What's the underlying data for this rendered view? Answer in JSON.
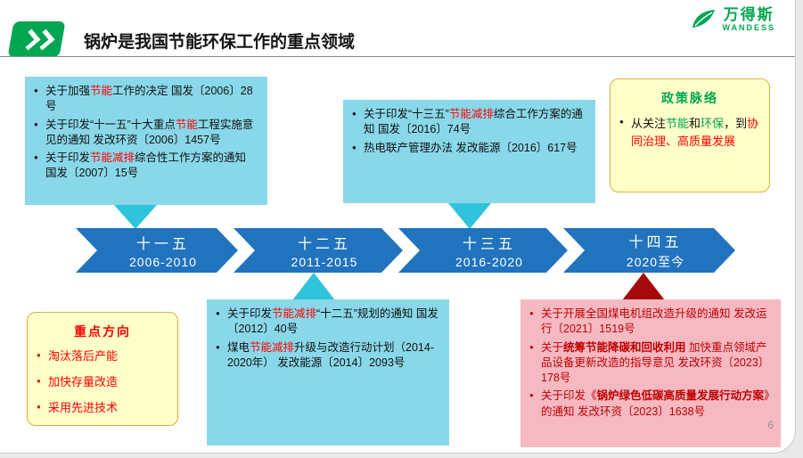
{
  "header": {
    "title": "锅炉是我国节能环保工作的重点领域",
    "badge_icon": "double-chevron-right-icon",
    "logo_icon": "leaf-logo-icon",
    "logo_name": "万得斯",
    "logo_sub": "WANDESS"
  },
  "page_number": "6",
  "colors": {
    "arrow_blue": "#2173BE",
    "callout_cyan": "#89D8E9",
    "connector_cyan": "#2FC4DB",
    "connector_dark_red": "#A50A0A",
    "callout_yellow": "#FFFFC9",
    "callout_pink": "#F5B9C2",
    "accent_green": "#00A651",
    "accent_red": "#FF0000",
    "dark_red_text": "#C00000"
  },
  "timeline": {
    "arrows": [
      {
        "label": "十一五",
        "years": "2006-2010"
      },
      {
        "label": "十二五",
        "years": "2011-2015"
      },
      {
        "label": "十三五",
        "years": "2016-2020"
      },
      {
        "label": "十四五",
        "years": "2020至今"
      }
    ]
  },
  "boxes": {
    "plan11": {
      "items": [
        [
          {
            "t": "关于加强"
          },
          {
            "t": "节能",
            "c": "r"
          },
          {
            "t": "工作的决定 国发〔2006〕28号"
          }
        ],
        [
          {
            "t": "关于印发“十一五”十大重点"
          },
          {
            "t": "节能",
            "c": "r"
          },
          {
            "t": "工程实施意见的通知 发改环资〔2006〕1457号"
          }
        ],
        [
          {
            "t": "关于印发"
          },
          {
            "t": "节能减排",
            "c": "r"
          },
          {
            "t": "综合性工作方案的通知 国发〔2007〕15号"
          }
        ]
      ]
    },
    "plan13": {
      "items": [
        [
          {
            "t": "关于印发“十三五”"
          },
          {
            "t": "节能减排",
            "c": "r"
          },
          {
            "t": "综合工作方案的通知 国发〔2016〕74号"
          }
        ],
        [
          {
            "t": "热电联产管理办法 发改能源〔2016〕617号"
          }
        ]
      ]
    },
    "policy_context": {
      "title": "政策脉络",
      "items": [
        [
          {
            "t": "从关注"
          },
          {
            "t": "节能",
            "c": "g"
          },
          {
            "t": "和"
          },
          {
            "t": "环保",
            "c": "g"
          },
          {
            "t": "，到"
          },
          {
            "t": "协同治理、高质量发展",
            "c": "r"
          }
        ]
      ]
    },
    "key_directions": {
      "title": "重点方向",
      "items": [
        [
          {
            "t": "淘汰落后产能"
          }
        ],
        [
          {
            "t": "加快存量改造"
          }
        ],
        [
          {
            "t": "采用先进技术"
          }
        ]
      ]
    },
    "plan12": {
      "items": [
        [
          {
            "t": "关于印发"
          },
          {
            "t": "节能减排",
            "c": "r"
          },
          {
            "t": "“十二五”规划的通知 国发〔2012〕40号"
          }
        ],
        [
          {
            "t": "煤电"
          },
          {
            "t": "节能减排",
            "c": "r"
          },
          {
            "t": "升级与改造行动计划（2014-2020年） 发改能源〔2014〕2093号"
          }
        ]
      ]
    },
    "plan14": {
      "items": [
        [
          {
            "t": "关于开展全国煤电机组改造升级的通知 发改运行〔2021〕1519号"
          }
        ],
        [
          {
            "t": "关于"
          },
          {
            "t": "统筹节能降碳和回收利用",
            "c": "b"
          },
          {
            "t": " 加快重点领域产品设备更新改造的指导意见 发改环资〔2023〕178号"
          }
        ],
        [
          {
            "t": "关于印发《"
          },
          {
            "t": "锅炉绿色低碳高质量发展行动方案",
            "c": "b"
          },
          {
            "t": "》的通知 发改环资〔2023〕1638号"
          }
        ]
      ]
    }
  }
}
